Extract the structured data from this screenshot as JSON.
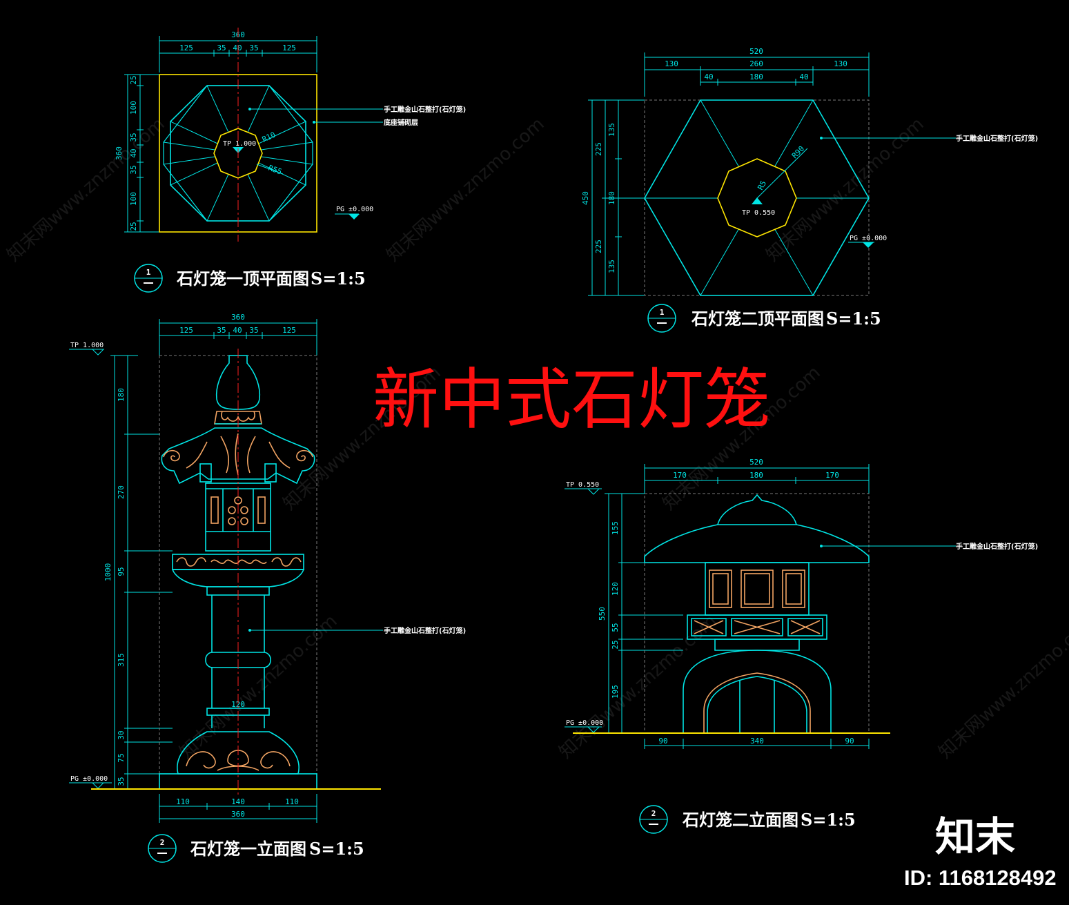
{
  "main_title": "新中式石灯笼",
  "drawings": {
    "d1_plan": {
      "number": "1",
      "title": "石灯笼一顶平面图",
      "scale": "S=1:5"
    },
    "d2_plan": {
      "number": "1",
      "title": "石灯笼二顶平面图",
      "scale": "S=1:5"
    },
    "d1_elev": {
      "number": "2",
      "title": "石灯笼一立面图",
      "scale": "S=1:5"
    },
    "d2_elev": {
      "number": "2",
      "title": "石灯笼二立面图",
      "scale": "S=1:5"
    }
  },
  "notes": {
    "stone_lantern": "手工雕金山石整打(石灯笼)",
    "base_paving": "底座铺砌层"
  },
  "levels": {
    "tp_1000": "TP 1.000",
    "tp_0550": "TP 0.550",
    "pg_0000": "PG ±0.000"
  },
  "radii": {
    "r10": "R10",
    "r55": "R55",
    "r90": "R90",
    "r5": "R5"
  },
  "dims_d1_plan": {
    "overall": "360",
    "top": [
      "125",
      "35",
      "40",
      "35",
      "125"
    ],
    "left_total": "360",
    "left": [
      "25",
      "100",
      "35",
      "40",
      "35",
      "100",
      "25"
    ]
  },
  "dims_d2_plan": {
    "overall": "520",
    "top": [
      "130",
      "260",
      "130"
    ],
    "inner": [
      "40",
      "180",
      "40"
    ],
    "left_total": "450",
    "left_a": [
      "225",
      "225"
    ],
    "left_b": [
      "135",
      "180",
      "135"
    ]
  },
  "dims_d1_elev": {
    "overall_top": "360",
    "top": [
      "125",
      "35",
      "40",
      "35",
      "125"
    ],
    "left_total": "1000",
    "left": [
      "180",
      "270",
      "95",
      "315",
      "30",
      "75",
      "35"
    ],
    "shaft": "120",
    "bottom": [
      "110",
      "140",
      "110"
    ],
    "bottom_total": "360"
  },
  "dims_d2_elev": {
    "overall_top": "520",
    "top": [
      "170",
      "180",
      "170"
    ],
    "left_total": "550",
    "left": [
      "155",
      "120",
      "55",
      "25",
      "195"
    ],
    "bottom": [
      "90",
      "340",
      "90"
    ]
  },
  "watermark": "知末网www.znzmo.com",
  "logo_text": "知末",
  "id_label": "ID: 1168128492",
  "colors": {
    "line": "#00e5e5",
    "ground": "#ffe600",
    "ornament": "#f2a463",
    "title": "#ff1010",
    "background": "#000000"
  }
}
